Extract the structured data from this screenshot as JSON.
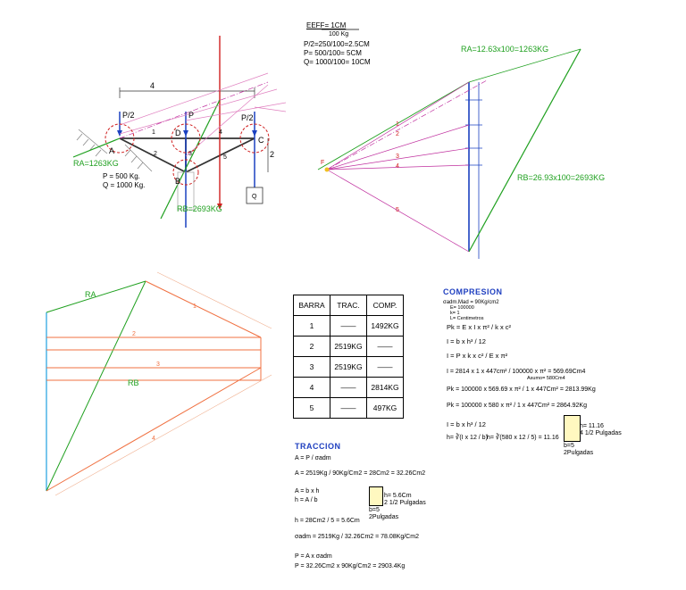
{
  "scale": {
    "eeff_label": "EEFF=",
    "eeff_num": "1CM",
    "eeff_den": "100 Kg",
    "lines": [
      "P/2=250/100=2.5CM",
      "P= 500/100= 5CM",
      "Q= 1000/100= 10CM"
    ]
  },
  "truss": {
    "span_label": "4",
    "height_label": "2",
    "load_half_left": "P/2",
    "load_center": "P",
    "load_half_right": "P/2",
    "node_a": "A",
    "node_b": "B",
    "node_c": "C",
    "node_d": "D",
    "load_q": "Q",
    "ra_label": "RA=1263KG",
    "rb_label": "RB=2693KG",
    "p_value": "P = 500 Kg.",
    "q_value": "Q = 1000 Kg.",
    "bar_numbers": [
      "1",
      "2",
      "3",
      "4",
      "5"
    ]
  },
  "funicular": {
    "ra_label": "RA=12.63x100=1263KG",
    "rb_label": "RB=26.93x100=2693KG",
    "pole": "F",
    "ray_numbers": [
      "1",
      "2",
      "3",
      "4",
      "5"
    ]
  },
  "cremona": {
    "ra_label": "RA",
    "rb_label": "RB",
    "bar_numbers": [
      "1",
      "2",
      "3",
      "4"
    ]
  },
  "bars_table": {
    "headers": [
      "BARRA",
      "TRAC.",
      "COMP."
    ],
    "rows": [
      [
        "1",
        "——",
        "1492KG"
      ],
      [
        "2",
        "2519KG",
        "——"
      ],
      [
        "3",
        "2519KG",
        "——"
      ],
      [
        "4",
        "——",
        "2814KG"
      ],
      [
        "5",
        "——",
        "497KG"
      ]
    ]
  },
  "compresion": {
    "title": "COMPRESION",
    "lines": [
      "σadm.Mad = 90Kg/cm2",
      "E= 100000",
      "k= 1",
      "L= Centimetros",
      "Pk = E x I x π² / k x c²",
      "I = b x h³ / 12",
      "I = P x k x c² / E x π²",
      "I = 2814 x 1 x 447cm² / 100000 x π² = 569.69Cm4",
      "Asumo= 580Cm4",
      "Pk = 100000 x 569.69 x π² / 1 x 447Cm² = 2813.99Kg",
      "Pk = 100000 x 580 x π² / 1 x 447Cm² = 2864.92Kg",
      "I = b x h³ / 12",
      "h= ∛(I x 12 / b)",
      "h= ∛(580 x 12 / 5) = 11.16"
    ],
    "section_h": "h= 11.16",
    "section_h2": "4 1/2 Pulgadas",
    "section_b": "b=5",
    "section_b2": "2Pulgadas"
  },
  "traccion": {
    "title": "TRACCION",
    "lines": [
      "A = P / σadm",
      "A = 2519Kg / 90Kg/Cm2 = 28Cm2 = 32.26Cm2",
      "A = b x h",
      "h = A / b",
      "h = 28Cm2 / 5 = 5.6Cm",
      "σadm = 2519Kg / 32.26Cm2 = 78.08Kg/Cm2",
      "P = A x σadm",
      "P = 32.26Cm2 x 90Kg/Cm2 = 2903.4Kg"
    ],
    "section_h": "h= 5.6Cm",
    "section_h2": "2 1/2 Pulgadas",
    "section_b": "b=5",
    "section_b2": "2Pulgadas"
  },
  "colors": {
    "green": "#1fa01f",
    "red": "#d02020",
    "blue": "#1a40c0",
    "orange": "#f07040",
    "magenta": "#c0309f"
  }
}
